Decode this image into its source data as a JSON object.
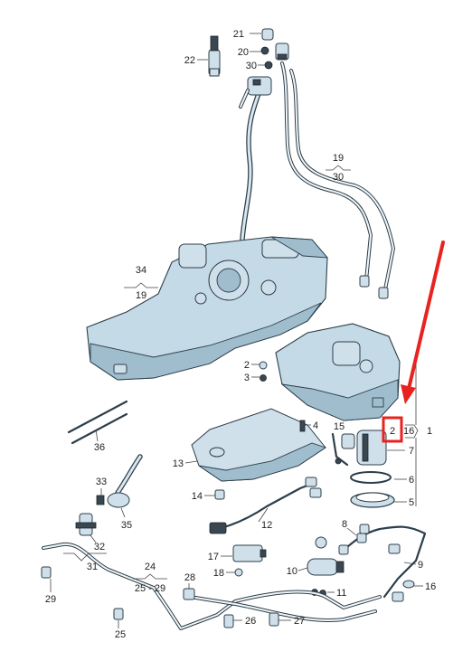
{
  "labels": {
    "l1": "1",
    "l2a": "2",
    "l2b": "2",
    "l3": "3",
    "l4": "4",
    "l5": "5",
    "l6": "6",
    "l7": "7",
    "l8": "8",
    "l9": "9",
    "l10": "10",
    "l11": "11",
    "l12": "12",
    "l13": "13",
    "l14": "14",
    "l15": "15",
    "l16a": "16",
    "l16b": "16",
    "l17": "17",
    "l18": "18",
    "l19a": "19",
    "l19b": "19",
    "l20": "20",
    "l21": "21",
    "l22": "22",
    "l24": "24",
    "l25a": "25",
    "l25range": "25 - 29",
    "l26": "26",
    "l27": "27",
    "l28": "28",
    "l29": "29",
    "l30a": "30",
    "l30b": "30",
    "l31": "31",
    "l32": "32",
    "l33": "33",
    "l34": "34",
    "l35": "35",
    "l36": "36"
  },
  "highlight": {
    "color": "#e8231f"
  }
}
